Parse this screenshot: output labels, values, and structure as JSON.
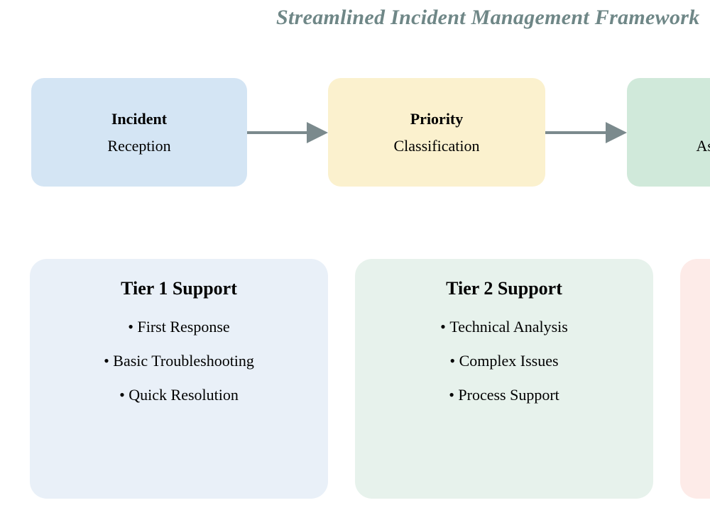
{
  "page": {
    "title": "Streamlined Incident Management Framework",
    "title_color": "#6f8787",
    "background": "#ffffff"
  },
  "flow": {
    "arrow_color": "#7b8a8d",
    "steps": [
      {
        "title": "Incident",
        "subtitle": "Reception",
        "fill": "#d4e5f4"
      },
      {
        "title": "Priority",
        "subtitle": "Classification",
        "fill": "#fbf1ce"
      },
      {
        "title": "",
        "subtitle": "Assignment",
        "fill": "#d0e9da"
      }
    ]
  },
  "tiers": [
    {
      "title": "Tier 1 Support",
      "fill": "#e9f0f8",
      "items": [
        "First Response",
        "Basic Troubleshooting",
        "Quick Resolution"
      ]
    },
    {
      "title": "Tier 2 Support",
      "fill": "#e7f2ec",
      "items": [
        "Technical Analysis",
        "Complex Issues",
        "Process Support"
      ]
    },
    {
      "title": "",
      "fill": "#fdebe8",
      "items": [
        "",
        "",
        ""
      ]
    }
  ]
}
